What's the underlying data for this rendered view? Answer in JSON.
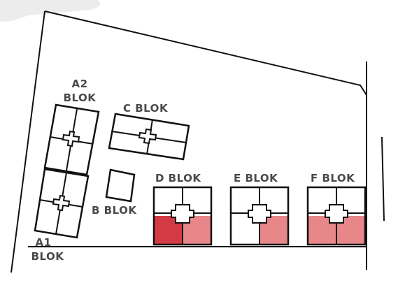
{
  "labels": {
    "a2_line1": "A2",
    "a2_line2": "BLOK",
    "c": "C BLOK",
    "d": "D BLOK",
    "e": "E BLOK",
    "f": "F BLOK",
    "b": "B BLOK",
    "a1_line1": "A1",
    "a1_line2": "BLOK"
  },
  "colors": {
    "outline": "#111111",
    "label": "#4a4a4a",
    "unit_dark": "#d33a44",
    "unit_light": "#e7878a",
    "unit_empty": "#ffffff"
  },
  "blocks": {
    "d": {
      "units": [
        "empty",
        "empty",
        "dark",
        "light"
      ]
    },
    "e": {
      "units": [
        "empty",
        "empty",
        "empty",
        "light"
      ]
    },
    "f": {
      "units": [
        "empty",
        "empty",
        "light",
        "light"
      ]
    }
  }
}
